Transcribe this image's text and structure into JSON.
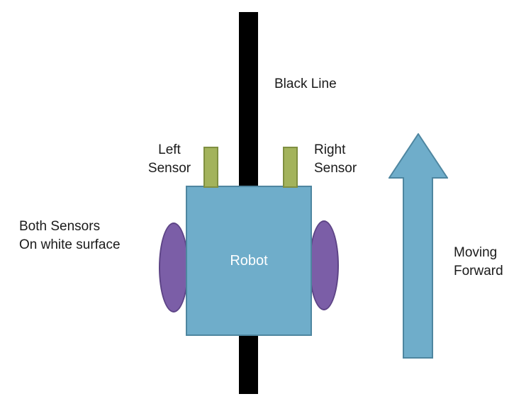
{
  "diagram": {
    "labels": {
      "black_line": "Black Line",
      "left_sensor_line1": "Left",
      "left_sensor_line2": "Sensor",
      "right_sensor_line1": "Right",
      "right_sensor_line2": "Sensor",
      "surface_line1": "Both Sensors",
      "surface_line2": "On white surface",
      "robot": "Robot",
      "moving_line1": "Moving",
      "moving_line2": "Forward"
    },
    "colors": {
      "line_color": "#000000",
      "robot_fill": "#6FADCA",
      "robot_border": "#4E86A0",
      "sensor_fill": "#A3B35C",
      "sensor_border": "#7F8F41",
      "wheel_fill": "#7B5EA7",
      "wheel_border": "#5D4486",
      "arrow_fill": "#6FADCA",
      "arrow_border": "#4E86A0"
    }
  }
}
